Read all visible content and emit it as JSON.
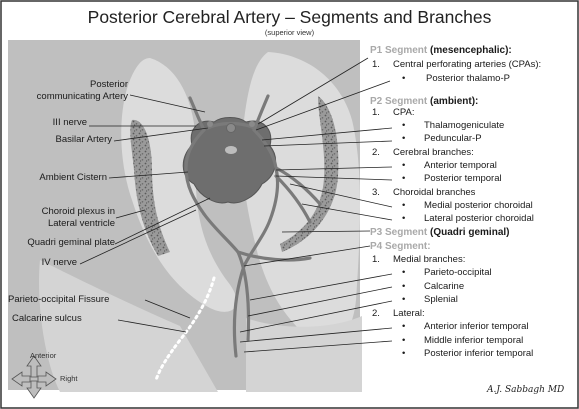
{
  "title": "Posterior Cerebral Artery – Segments and Branches",
  "subtitle": "(superior view)",
  "left_labels": {
    "posterior_communicating_line1": "Posterior",
    "posterior_communicating_line2": "communicating Artery",
    "iii_nerve": "III nerve",
    "basilar_artery": "Basilar Artery",
    "ambient_cistern": "Ambient Cistern",
    "choroid_plexus_line1": "Choroid plexus in",
    "choroid_plexus_line2": "Lateral ventricle",
    "quadrigeminal_plate": "Quadri geminal plate",
    "iv_nerve": "IV nerve",
    "parieto_occipital_fissure": "Parieto-occipital Fissure",
    "calcarine_sulcus": "Calcarine sulcus"
  },
  "segments": {
    "p1": {
      "name": "P1 Segment",
      "desc": "(mesencephalic):",
      "n1": "1.",
      "cpa_label": "Central perforating arteries (CPAs):",
      "thalamo": "Posterior thalamo-P"
    },
    "p2": {
      "name": "P2 Segment",
      "desc": "(ambient):",
      "n1": "1.",
      "cpa": "CPA:",
      "thalamogeniculate": "Thalamogeniculate",
      "peduncular": "Peduncular-P",
      "n2": "2.",
      "cerebral": "Cerebral branches:",
      "anterior_temporal": "Anterior temporal",
      "posterior_temporal": "Posterior temporal",
      "n3": "3.",
      "choroidal": "Choroidal branches",
      "medial_choroidal": "Medial posterior choroidal",
      "lateral_choroidal": "Lateral posterior choroidal"
    },
    "p3": {
      "name": "P3 Segment",
      "desc": "(Quadri geminal)"
    },
    "p4": {
      "name": "P4 Segment:",
      "n1": "1.",
      "medial": "Medial branches:",
      "parieto_occipital": "Parieto-occipital",
      "calcarine": "Calcarine",
      "splenial": "Splenial",
      "n2": "2.",
      "lateral": "Lateral:",
      "anterior_inferior_temporal": "Anterior inferior temporal",
      "middle_inferior_temporal": "Middle inferior temporal",
      "posterior_inferior_temporal": "Posterior inferior temporal"
    }
  },
  "bullet_char": "•",
  "compass": {
    "anterior": "Anterior",
    "right": "Right"
  },
  "signature": "A.J. Sabbagh MD",
  "colors": {
    "background_region": "#bfbfbf",
    "brain_lobe": "#dcdcdc",
    "brainstem": "#6e6e6e",
    "artery": "#777777",
    "choroid_plexus": "#8e8e8e",
    "segment_name_gray": "#a9a9a9"
  }
}
